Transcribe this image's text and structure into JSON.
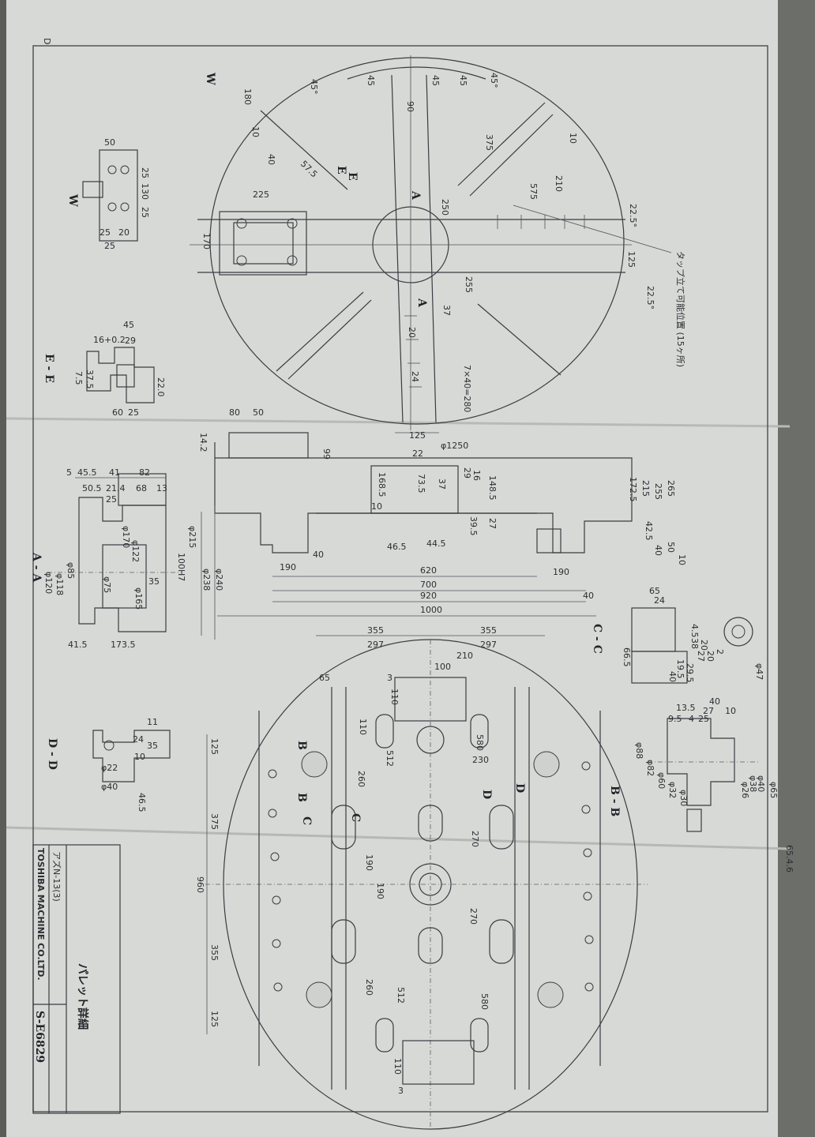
{
  "sheet": {
    "corner_mark": "D",
    "corner_note": "65.4.6",
    "title_block": {
      "model": "アズN-13(3)",
      "part_name": "パレット詳細",
      "company": "TOSHIBA MACHINE CO.LTD.",
      "drawing_no": "S-E6829"
    }
  },
  "top_view": {
    "note": "タップ立て可能位置 (15ヶ所)",
    "labels": [
      "W",
      "A",
      "A",
      "E",
      "E"
    ],
    "dims": [
      "180",
      "45°",
      "45",
      "45",
      "45",
      "45°",
      "90",
      "10",
      "10",
      "40",
      "375",
      "575",
      "210",
      "22.5°",
      "22.5°",
      "225",
      "57.5",
      "250",
      "170",
      "125",
      "255",
      "37",
      "20",
      "24",
      "7×40=280",
      "125",
      "φ1250"
    ]
  },
  "view_w": {
    "title": "W",
    "dims": [
      "50",
      "25",
      "130",
      "25",
      "25",
      "20",
      "25"
    ]
  },
  "view_ee": {
    "title": "E - E",
    "dims": [
      "45",
      "29",
      "16+0.2",
      "22.0",
      "37.5",
      "7.5",
      "60",
      "25"
    ]
  },
  "section_cc": {
    "title": "C - C",
    "dims": [
      "80",
      "50",
      "14.2",
      "99",
      "22",
      "168.5",
      "73.5",
      "37",
      "29",
      "16",
      "148.5",
      "172.5",
      "215",
      "255",
      "265",
      "10",
      "46.5",
      "44.5",
      "39.5",
      "27",
      "40",
      "190",
      "620",
      "700",
      "920",
      "1000",
      "190",
      "40",
      "42.5",
      "40",
      "50",
      "10"
    ]
  },
  "section_aa": {
    "title": "A - A",
    "dims": [
      "5",
      "45.5",
      "41",
      "82",
      "50.5",
      "21.4",
      "68",
      "13",
      "25",
      "φ170",
      "φ122",
      "φ85",
      "φ118",
      "φ120",
      "φ75",
      "φ165",
      "35",
      "100H7",
      "φ215",
      "φ238",
      "φ240",
      "41.5",
      "173.5"
    ]
  },
  "bottom_view": {
    "labels": [
      "B",
      "B",
      "C",
      "C",
      "D",
      "D"
    ],
    "dims": [
      "355",
      "355",
      "297",
      "297",
      "210",
      "100",
      "65",
      "110",
      "110",
      "580",
      "230",
      "512",
      "260",
      "270",
      "190",
      "190",
      "270",
      "260",
      "512",
      "580",
      "125",
      "375",
      "960",
      "355",
      "125",
      "110",
      "3",
      "3"
    ]
  },
  "section_bb": {
    "title": "B - B",
    "dims": [
      "13.5",
      "40",
      "27",
      "10",
      "9.5",
      "4",
      "25",
      "φ88",
      "φ82",
      "φ60",
      "φ32",
      "φ30",
      "φ26",
      "φ40",
      "φ38",
      "φ65"
    ]
  },
  "section_dd": {
    "title": "D - D",
    "dims": [
      "11",
      "35",
      "24",
      "10",
      "φ22",
      "φ40",
      "46.5"
    ]
  },
  "detail_cc_small": {
    "dims": [
      "65",
      "24",
      "4.5",
      "20",
      "38",
      "27",
      "20",
      "2",
      "66.5",
      "19.5",
      "40",
      "29.5",
      "φ47"
    ]
  }
}
